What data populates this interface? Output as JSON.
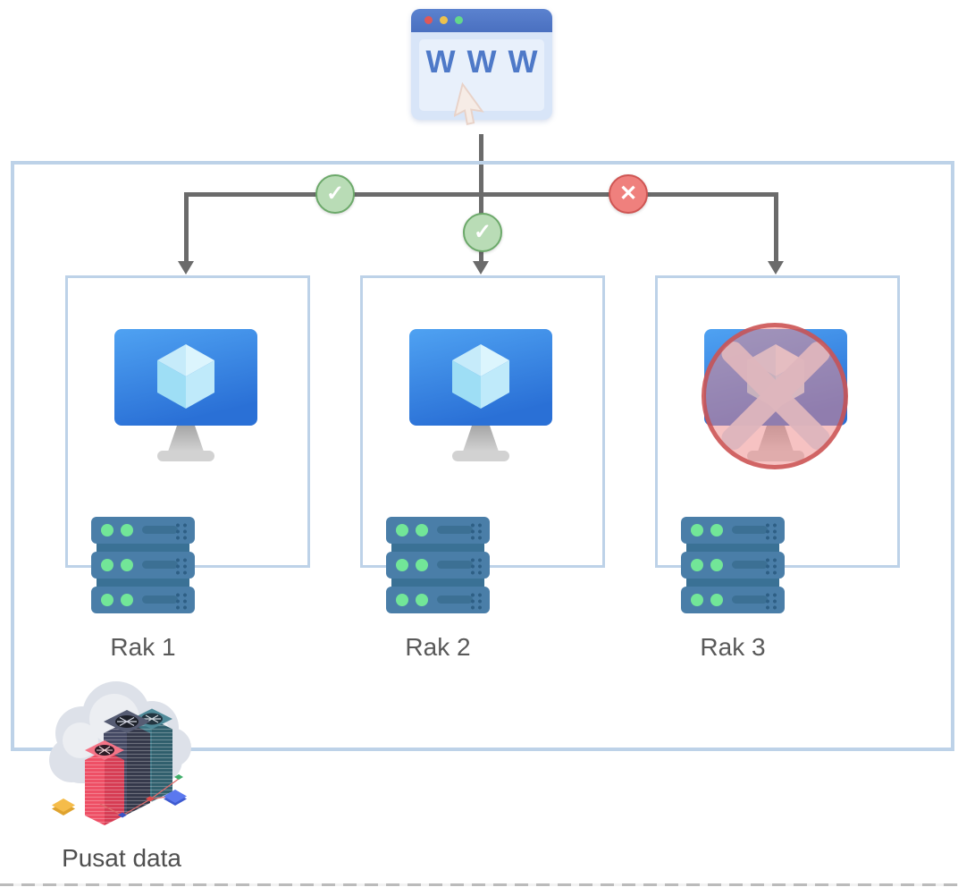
{
  "browser": {
    "label": "WWW"
  },
  "connections": [
    {
      "target": "Rak 1",
      "status": "ok"
    },
    {
      "target": "Rak 2",
      "status": "ok"
    },
    {
      "target": "Rak 3",
      "status": "failed"
    }
  ],
  "racks": [
    {
      "label": "Rak 1",
      "monitor": "ok"
    },
    {
      "label": "Rak 2",
      "monitor": "ok"
    },
    {
      "label": "Rak 3",
      "monitor": "failed"
    }
  ],
  "datacenter": {
    "label": "Pusat data"
  },
  "status_icons": {
    "check": "✓",
    "cross": "✕"
  },
  "colors": {
    "box_border": "#bdd2e8",
    "connector_line": "#6b6b6b",
    "check_fill": "#b9dcb6",
    "check_border": "#6ca96a",
    "cross_fill": "#ef807d",
    "cross_border": "#cf5553",
    "monitor_blue_top": "#4fa2f2",
    "monitor_blue_bottom": "#2a70d6",
    "server_body": "#4a7ea8",
    "server_led": "#72e698",
    "label_text": "#595959",
    "browser_bar": "#4a70c0",
    "www_text": "#4e79c8"
  }
}
